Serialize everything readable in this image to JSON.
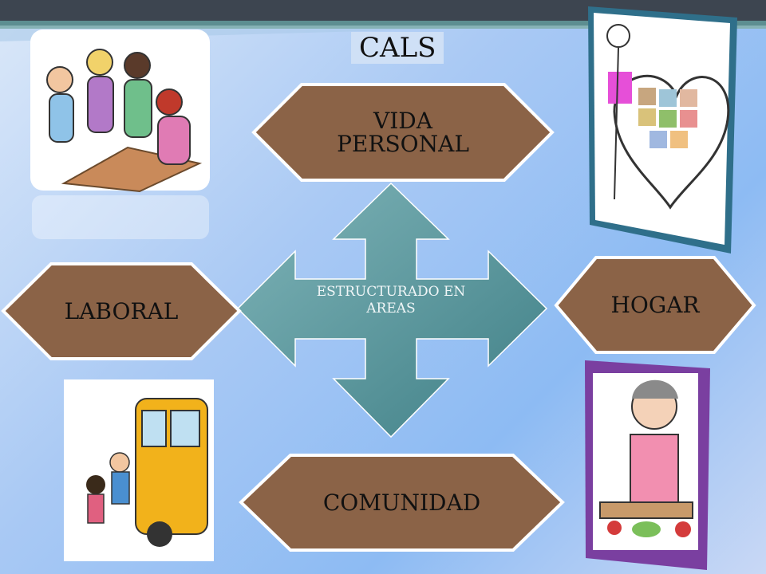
{
  "title": "CALS",
  "center": {
    "line1": "ESTRUCTURADO EN",
    "line2": "AREAS"
  },
  "areas": {
    "top": {
      "line1": "VIDA",
      "line2": "PERSONAL"
    },
    "left": "LABORAL",
    "right": "HOGAR",
    "bottom": "COMUNIDAD"
  },
  "colors": {
    "hex_fill": "#8b6347",
    "hex_border": "#ffffff",
    "arrow_fill": "#5e9aa0",
    "title_bar": "#3d4550"
  },
  "icons": [
    "group-celebration-illustration",
    "health-heart-collage",
    "school-bus-illustration",
    "cooking-woman-illustration"
  ]
}
